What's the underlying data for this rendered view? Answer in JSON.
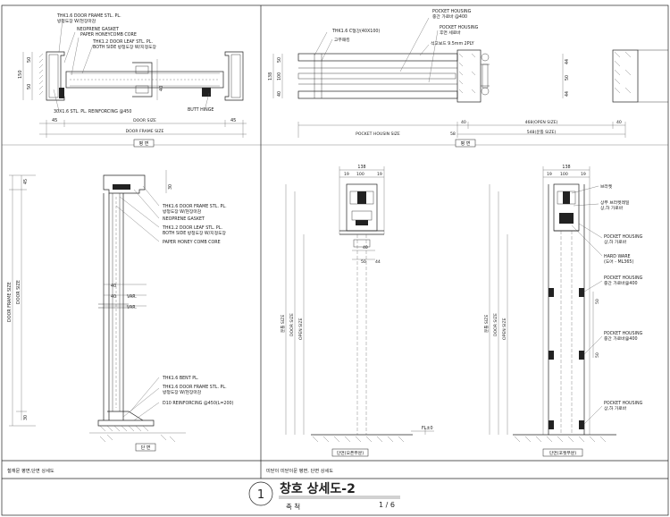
{
  "title_block": {
    "drawing_number": "1",
    "title": "창호 상세도-2",
    "scale_label": "축 척",
    "scale_value": "1 / 6"
  },
  "panels": {
    "left_caption": "철재문 평면,단면 상세도",
    "right_caption": "미닫이 미닫이문 평면, 단면 상세도"
  },
  "plan_left": {
    "notes": {
      "frame": "THK1.6 DOOR FRAME STL. PL.",
      "frame_ko": "방청도장 W/현장마감",
      "gasket": "NEOPRENE GASKET",
      "core": "PAPER HONEYCOMB CORE",
      "leaf": "THK1.2 DOOR LEAF STL. PL.",
      "leaf_ko": "BOTH SIDE 방청도장 W/지정도장",
      "reinforcing": "30X1.6 STL. PL. REINFORCING @450",
      "hinge": "BUTT HINGE"
    },
    "dims": {
      "d150": "150",
      "d50a": "50",
      "d50b": "50",
      "d40": "40",
      "d45a": "45",
      "d45b": "45",
      "door_size": "DOOR SIZE",
      "frame_size": "DOOR FRAME SIZE"
    },
    "label": "평 면"
  },
  "section_left": {
    "notes": {
      "frame": "THK1.6 DOOR FRAME STL. PL.",
      "frame_ko": "방청도장 W/현장마감",
      "gasket": "NEOPRENE GASKET",
      "leaf": "THK1.2 DOOR LEAF STL. PL.",
      "leaf_ko": "BOTH SIDE 방청도장 W/지정도장",
      "core": "PAPER HONEY COMB CORE",
      "bent": "THK1.6 BENT PL.",
      "frame2": "THK1.6 DOOR FRAME STL. PL.",
      "frame2_ko": "방청도장 W/현장마감",
      "d10": "D10 REINFORCING @450(L=200)"
    },
    "dims": {
      "d45": "45",
      "d30": "30",
      "d40a": "40",
      "d40b": "40",
      "var_a": "VAR.",
      "var_b": "VAR.",
      "d30b": "30",
      "frame_size": "DOOR FRAME SIZE",
      "door_size": "DOOR SIZE"
    },
    "label": "단 면"
  },
  "plan_right": {
    "notes": {
      "stud": "THK1.6 C형강(40X100)",
      "rubber": "고무패킹",
      "pocket1": "POCKET HOUSING",
      "pocket1_ko": "중간 가로바 @400",
      "pocket2": "POCKET HOUSING",
      "pocket2_ko": "후면 세로바",
      "gypsum": "석고보드 9.5mm 2PLY"
    },
    "dims": {
      "d138": "138",
      "d50": "50",
      "d100": "100",
      "d40": "40",
      "pocket_size": "POCKET HOUSIN SIZE",
      "d58": "58",
      "d40b": "40",
      "open_size": "468(OPEN SIZE)",
      "door_size": "548(문틀 SIZE)",
      "d40c": "40",
      "d44a": "44",
      "d50b": "50",
      "d44b": "44"
    },
    "label": "평 면"
  },
  "section_mid": {
    "dims": {
      "d138": "138",
      "d19a": "19",
      "d100": "100",
      "d19b": "19",
      "d40": "40",
      "d50": "50",
      "d44": "44",
      "door_size": "문틀 SIZE",
      "fr_size": "DOOR SIZE",
      "open_size": "OPEN SIZE",
      "fl": "FL±0"
    },
    "label": "단면(오픈부분)"
  },
  "section_right": {
    "notes": {
      "rail_bracket": "브라켓",
      "rail": "상부 브라켓레일",
      "rail_ko": "상,하 가로바",
      "pocket1": "POCKET HOUSING",
      "pocket1_ko": "상,하 가로바",
      "hardware": "HARD WARE",
      "hardware_ko": "(도어 - ML365)",
      "pocket2": "POCKET HOUSING",
      "pocket2_ko": "중간 가로바@400",
      "pocket3": "POCKET HOUSING",
      "pocket3_ko": "중간 가로바@400",
      "pocket4": "POCKET HOUSING",
      "pocket4_ko": "상,하 가로바"
    },
    "dims": {
      "d138": "138",
      "d19a": "19",
      "d100": "100",
      "d19b": "19",
      "d50a": "50",
      "d50b": "50",
      "door_size": "문틀 SIZE",
      "fr_size": "DOOR SIZE",
      "open_size": "OPEN SIZE"
    },
    "label": "단면(포켓부분)"
  }
}
